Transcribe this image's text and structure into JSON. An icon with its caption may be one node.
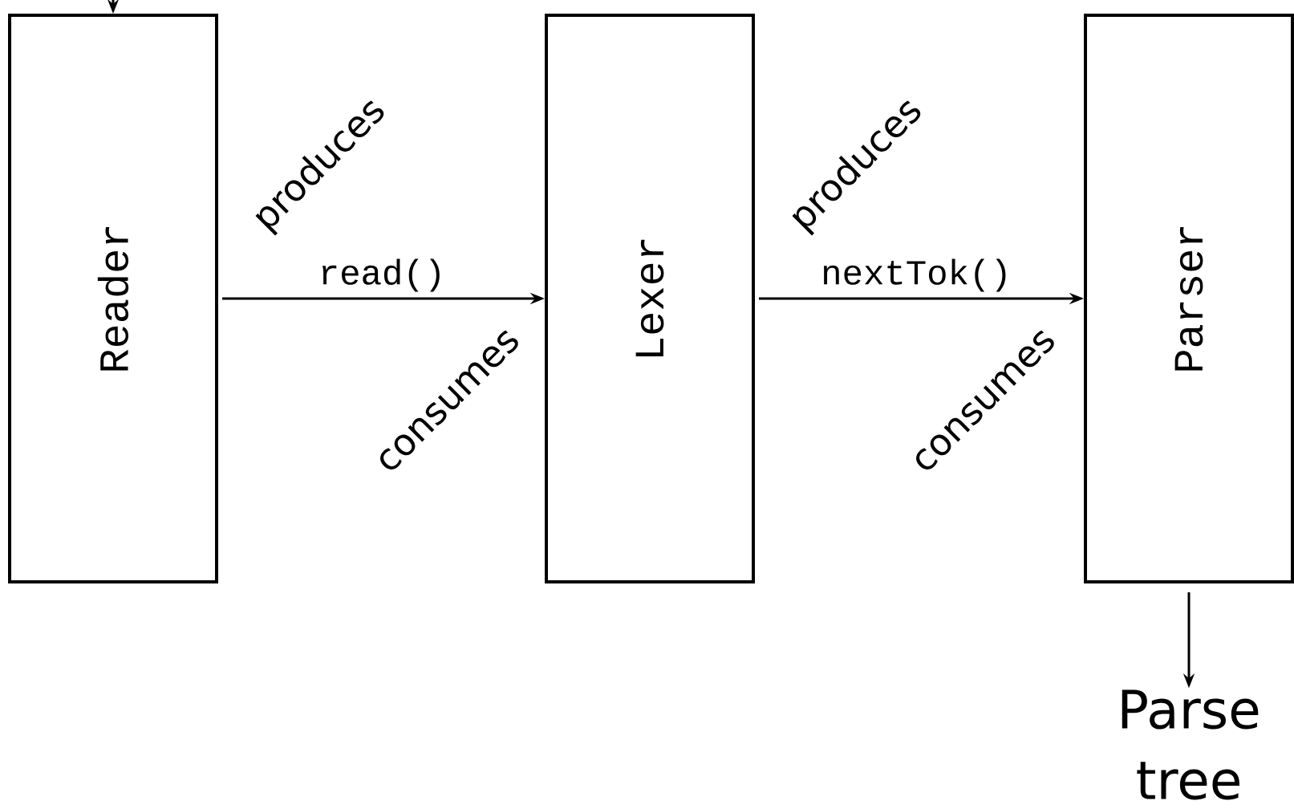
{
  "diagram": {
    "nodes": [
      {
        "text": [
          "Reader"
        ]
      },
      {
        "text": [
          "Lexer"
        ]
      },
      {
        "text": [
          "Parser"
        ]
      },
      {
        "text": [
          "Parse tree"
        ]
      }
    ],
    "edges": [
      {
        "from": null,
        "to": 0,
        "arrow": "to"
      },
      {
        "from": 0,
        "to": 1,
        "arrow": "to",
        "label": "read()"
      },
      {
        "from": 1,
        "to": 2,
        "arrow": "to",
        "label": "nextTok()"
      },
      {
        "from": 2,
        "to": 3,
        "arrow": "to"
      }
    ],
    "labels": [
      "produces",
      "consumes",
      "produces",
      "consumes"
    ]
  }
}
